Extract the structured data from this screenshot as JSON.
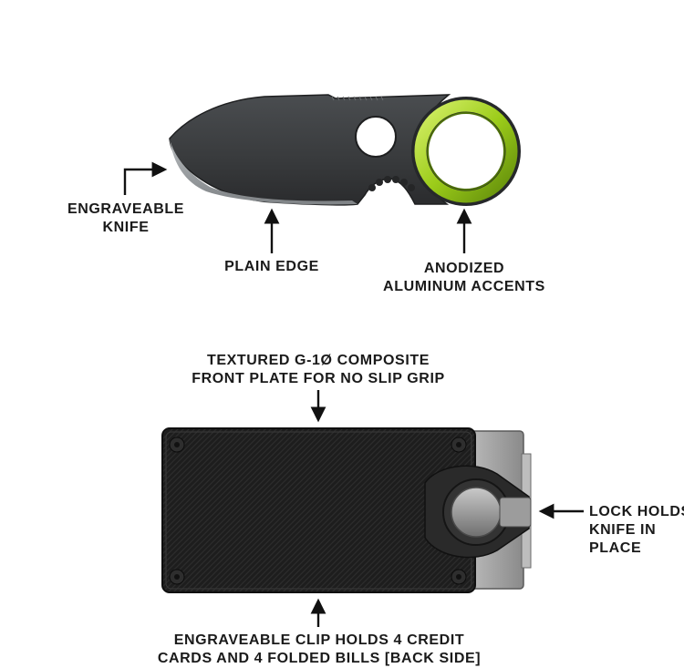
{
  "figure": {
    "knife_callouts": {
      "engraveable": {
        "line1": "ENGRAVEABLE",
        "line2": "KNIFE"
      },
      "plain_edge": {
        "line1": "PLAIN EDGE"
      },
      "accents": {
        "line1": "ANODIZED",
        "line2": "ALUMINUM ACCENTS"
      }
    },
    "clip_callouts": {
      "front_plate": {
        "line1": "TEXTURED G-1Ø COMPOSITE",
        "line2": "FRONT PLATE FOR NO SLIP GRIP"
      },
      "lock": {
        "line1": "LOCK HOLDS",
        "line2": "KNIFE IN",
        "line3": "PLACE"
      },
      "back_clip": {
        "line1": "ENGRAVEABLE CLIP HOLDS 4 CREDIT",
        "line2": "CARDS AND 4 FOLDED BILLS [BACK SIDE]"
      }
    },
    "colors": {
      "accent_green": "#9ccc1a",
      "blade_dark": "#3a3c3e",
      "plate_black": "#1c1c1c",
      "steel_gray": "#9a9a9a"
    }
  }
}
